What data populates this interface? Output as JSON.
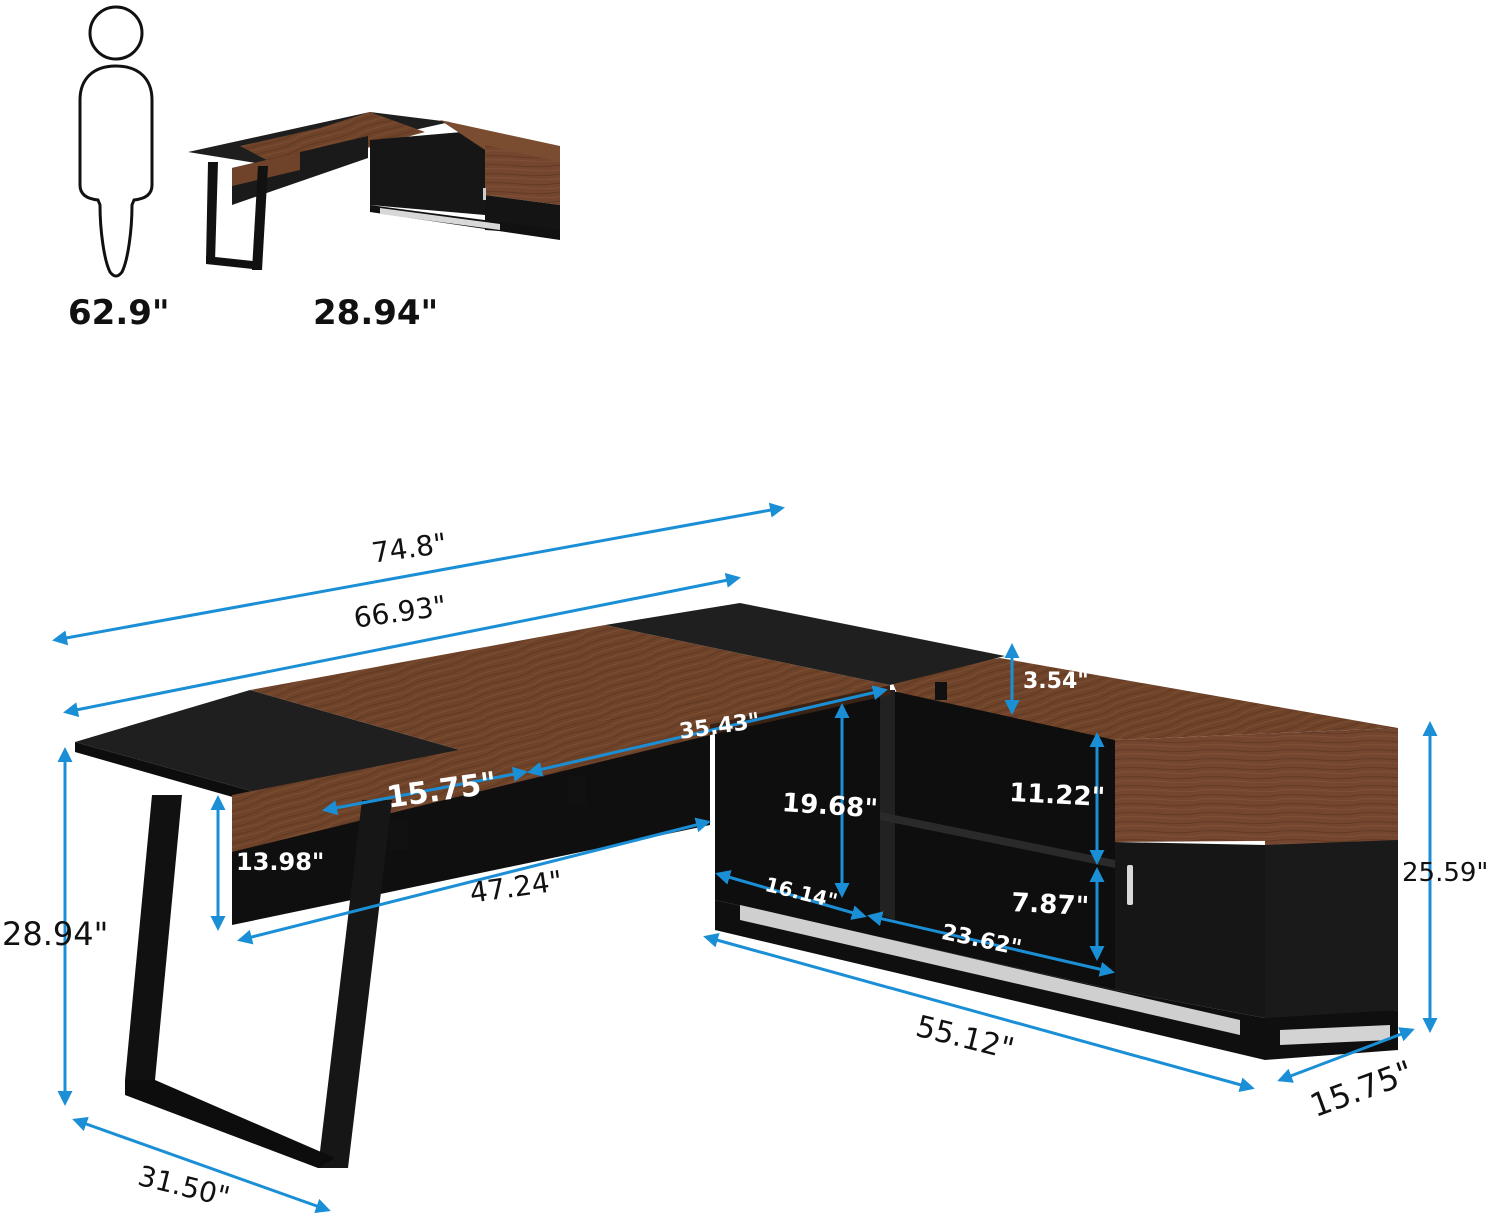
{
  "colors": {
    "arrow": "#1b8fd6",
    "wood": "#6e4329",
    "wood_light": "#7d4e31",
    "black_panel": "#1c1c1c",
    "metal": "#0f0f0f",
    "text_dark": "#111111",
    "text_light": "#ffffff"
  },
  "scale_reference": {
    "person_height": "62.9\"",
    "desk_height": "28.94\""
  },
  "dimensions": {
    "overall_length": "74.8\"",
    "desk_top_length": "66.93\"",
    "cabinet_top_width": "35.43\"",
    "side_panel_width": "15.75\"",
    "modesty_panel_height": "13.98\"",
    "modesty_panel_length": "47.24\"",
    "desk_height": "28.94\"",
    "desk_depth": "31.50\"",
    "height_gap": "3.54\"",
    "open_shelf_height": "19.68\"",
    "upper_shelf_height": "11.22\"",
    "lower_shelf_height": "7.87\"",
    "open_shelf_width": "16.14\"",
    "center_shelf_width": "23.62\"",
    "cabinet_length": "55.12\"",
    "cabinet_height": "25.59\"",
    "cabinet_depth": "15.75\""
  }
}
